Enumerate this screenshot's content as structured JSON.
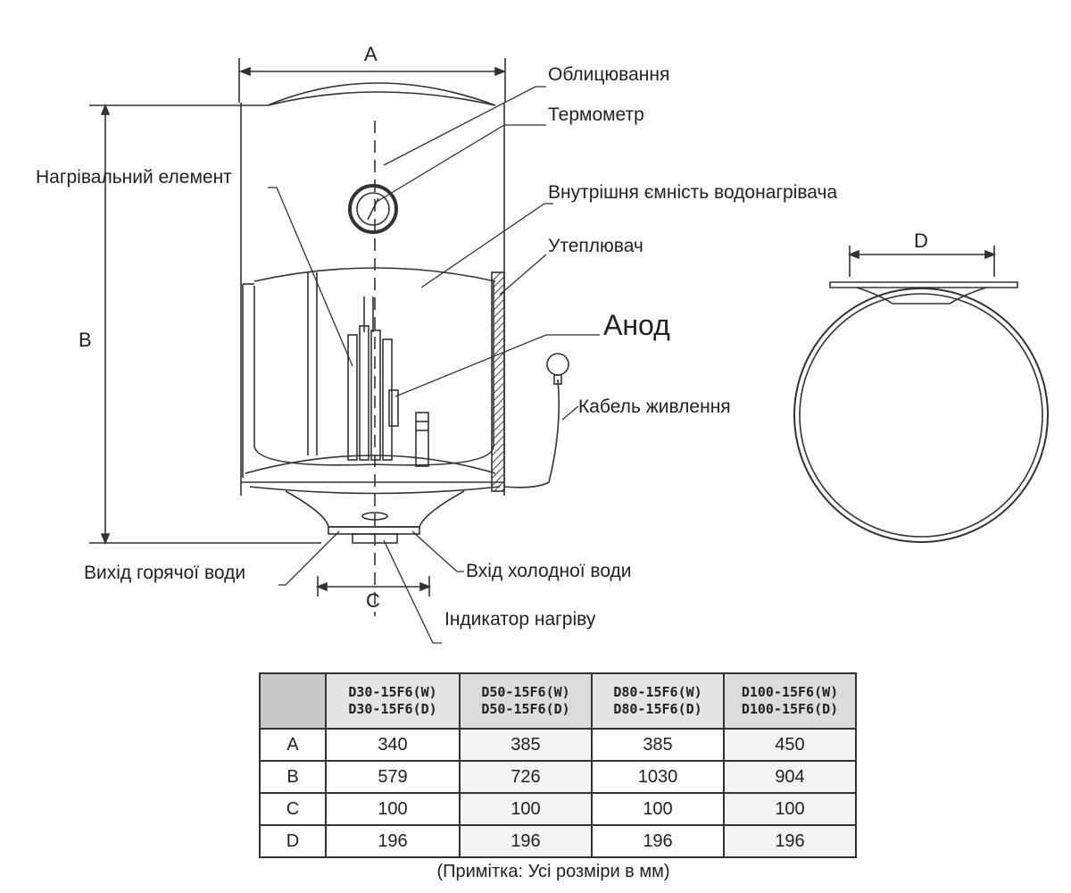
{
  "labels": {
    "dim_a": "A",
    "dim_b": "B",
    "dim_c": "C",
    "dim_d": "D",
    "cladding": "Облицювання",
    "thermometer": "Термометр",
    "heating_element": "Нагрівальний елемент",
    "inner_tank": "Внутрішня ємність водонагрівача",
    "insulation": "Утеплювач",
    "anode": "Анод",
    "power_cable": "Кабель живлення",
    "hot_water_outlet": "Вихід горячої води",
    "cold_water_inlet": "Вхід холодної води",
    "heating_indicator": "Індикатор нагріву"
  },
  "table": {
    "models": [
      [
        "D30-15F6(W)",
        "D30-15F6(D)"
      ],
      [
        "D50-15F6(W)",
        "D50-15F6(D)"
      ],
      [
        "D80-15F6(W)",
        "D80-15F6(D)"
      ],
      [
        "D100-15F6(W)",
        "D100-15F6(D)"
      ]
    ],
    "rows": [
      {
        "label": "A",
        "values": [
          "340",
          "385",
          "385",
          "450"
        ]
      },
      {
        "label": "B",
        "values": [
          "579",
          "726",
          "1030",
          "904"
        ]
      },
      {
        "label": "C",
        "values": [
          "100",
          "100",
          "100",
          "100"
        ]
      },
      {
        "label": "D",
        "values": [
          "196",
          "196",
          "196",
          "196"
        ]
      }
    ]
  },
  "note": "(Примітка: Усі розміри в мм)"
}
